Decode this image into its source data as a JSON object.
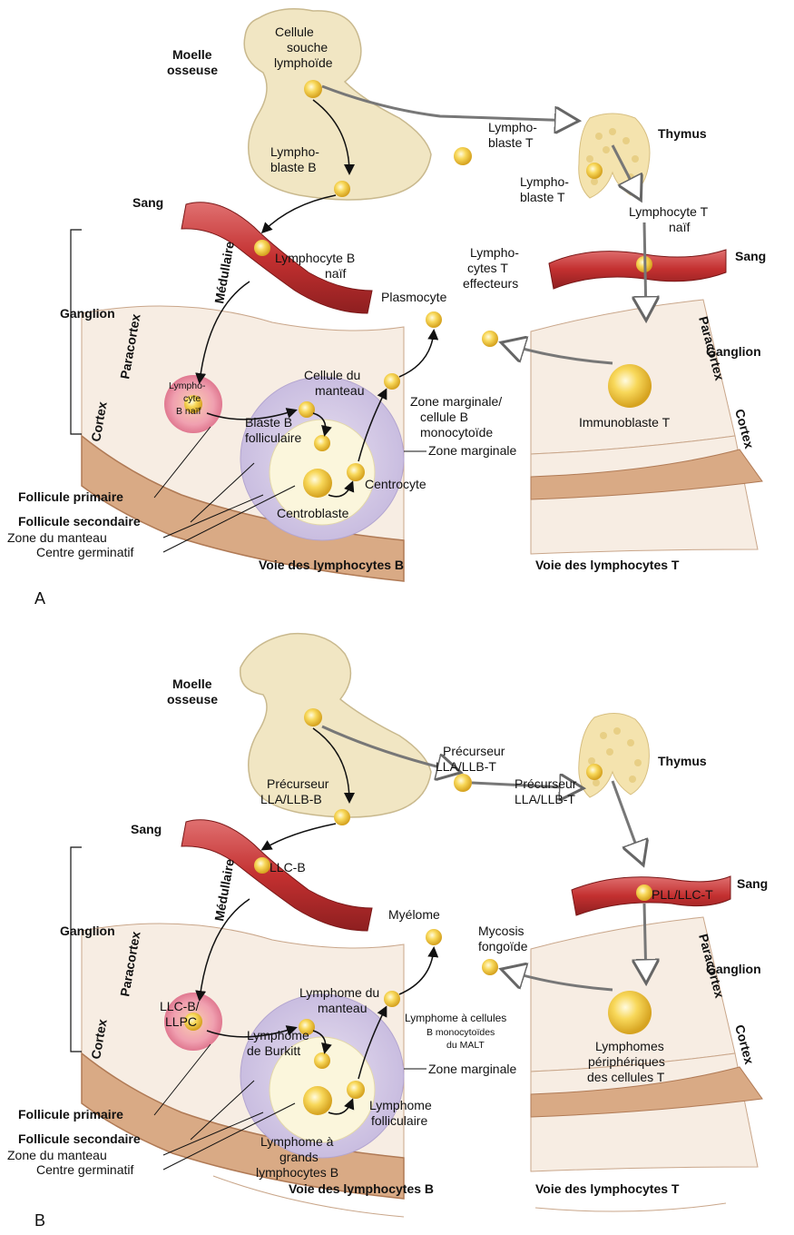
{
  "panel_a": {
    "letter": "A",
    "bone_marrow": [
      "Moelle",
      "osseuse"
    ],
    "stem_cell": [
      "Cellule",
      "souche",
      "lymphoïde"
    ],
    "lymphoblast_b": [
      "Lympho-",
      "blaste B"
    ],
    "lymphoblast_t_top": [
      "Lympho-",
      "blaste T"
    ],
    "thymus": "Thymus",
    "lymphoblast_t_thymus": [
      "Lympho-",
      "blaste T"
    ],
    "naive_t": [
      "Lymphocyte T",
      "naïf"
    ],
    "blood_left": "Sang",
    "naive_b": [
      "Lymphocyte B",
      "naïf"
    ],
    "blood_right": "Sang",
    "effector_t": [
      "Lympho-",
      "cytes T",
      "effecteurs"
    ],
    "plasmocyte": "Plasmocyte",
    "ganglion_left": "Ganglion",
    "medullaire": "Médullaire",
    "paracortex": "Paracortex",
    "cortex": "Cortex",
    "naive_b_follicle": [
      "Lympho-",
      "cyte",
      "B naïf"
    ],
    "mantle_cell": [
      "Cellule du",
      "manteau"
    ],
    "marginal_zone_cell": [
      "Zone marginale/",
      "cellule B",
      "monocytoïde"
    ],
    "marginal_zone": "Zone marginale",
    "follicular_blast": [
      "Blaste B",
      "folliculaire"
    ],
    "centrocyte": "Centrocyte",
    "centroblast": "Centroblaste",
    "primary_follicle": "Follicule primaire",
    "secondary_follicle": "Follicule secondaire",
    "mantle_zone": "Zone du manteau",
    "germinal_center": "Centre germinatif",
    "b_pathway": "Voie des lymphocytes B",
    "paracortex_right": "Paracortex",
    "ganglion_right": "Ganglion",
    "immunoblast_t": "Immunoblaste T",
    "cortex_right": "Cortex",
    "t_pathway": "Voie des lymphocytes T"
  },
  "panel_b": {
    "letter": "B",
    "bone_marrow": [
      "Moelle",
      "osseuse"
    ],
    "precursor_t_top": [
      "Précurseur",
      "LLA/LLB-T"
    ],
    "precursor_b": [
      "Précurseur",
      "LLA/LLB-B"
    ],
    "thymus": "Thymus",
    "precursor_t_thymus": [
      "Précurseur",
      "LLA/LLB-T"
    ],
    "blood_left": "Sang",
    "llc_b": "LLC-B",
    "blood_right": "Sang",
    "pll_llc_t": "PLL/LLC-T",
    "ganglion_left": "Ganglion",
    "medullaire": "Médullaire",
    "paracortex": "Paracortex",
    "cortex": "Cortex",
    "myeloma": "Myélome",
    "mycosis": [
      "Mycosis",
      "fongoïde"
    ],
    "llc_b_llpc": [
      "LLC-B/",
      "LLPC"
    ],
    "mantle_lymphoma": [
      "Lymphome du",
      "manteau"
    ],
    "malt_lymphoma": [
      "Lymphome à cellules",
      "B monocytoïdes",
      "du MALT"
    ],
    "marginal_zone": "Zone marginale",
    "burkitt": [
      "Lymphome",
      "de Burkitt"
    ],
    "follicular_lymphoma": [
      "Lymphome",
      "folliculaire"
    ],
    "large_b": [
      "Lymphome à",
      "grands",
      "lymphocytes B"
    ],
    "primary_follicle": "Follicule primaire",
    "secondary_follicle": "Follicule secondaire",
    "mantle_zone": "Zone du manteau",
    "germinal_center": "Centre germinatif",
    "b_pathway": "Voie des lymphocytes B",
    "paracortex_right": "Paracortex",
    "ganglion_right": "Ganglion",
    "peripheral_t": [
      "Lymphomes",
      "périphériques",
      "des cellules T"
    ],
    "cortex_right": "Cortex",
    "t_pathway": "Voie des lymphocytes T"
  },
  "colors": {
    "bone": "#f1e6c3",
    "blood": "#c8383a",
    "node_light": "#f7ede3",
    "node_dark": "#d9aa85",
    "follicle": "#d8cfe8",
    "germinal": "#fbf6dc",
    "cell": "#f3cc3c",
    "follicle_pink": "#f2a8b8"
  }
}
